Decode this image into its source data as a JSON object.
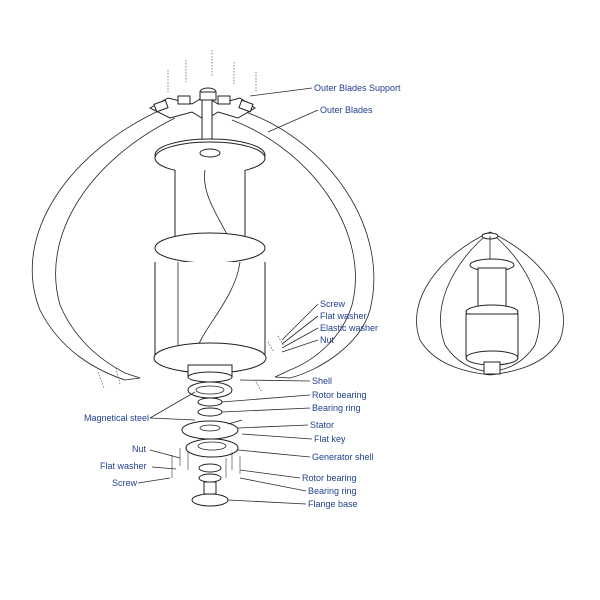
{
  "diagram": {
    "labels": {
      "outer_blades_support": "Outer Blades Support",
      "outer_blades": "Outer Blades",
      "screw_top": "Screw",
      "flat_washer_top": "Flat washer",
      "elastic_washer": "Elastic washer",
      "nut_top": "Nut",
      "shell": "Shell",
      "rotor_bearing_top": "Rotor bearing",
      "bearing_ring_top": "Bearing ring",
      "magnetical_steel": "Magnetical steel",
      "stator": "Stator",
      "flat_key": "Flat key",
      "generator_shell": "Generator shell",
      "nut_bottom": "Nut",
      "flat_washer_bottom": "Flat washer",
      "screw_bottom": "Screw",
      "rotor_bearing_bottom": "Rotor bearing",
      "bearing_ring_bottom": "Bearing ring",
      "flange_base": "Flange base"
    },
    "colors": {
      "label_text": "#1f3f8f",
      "line": "#2a2a2a"
    }
  }
}
